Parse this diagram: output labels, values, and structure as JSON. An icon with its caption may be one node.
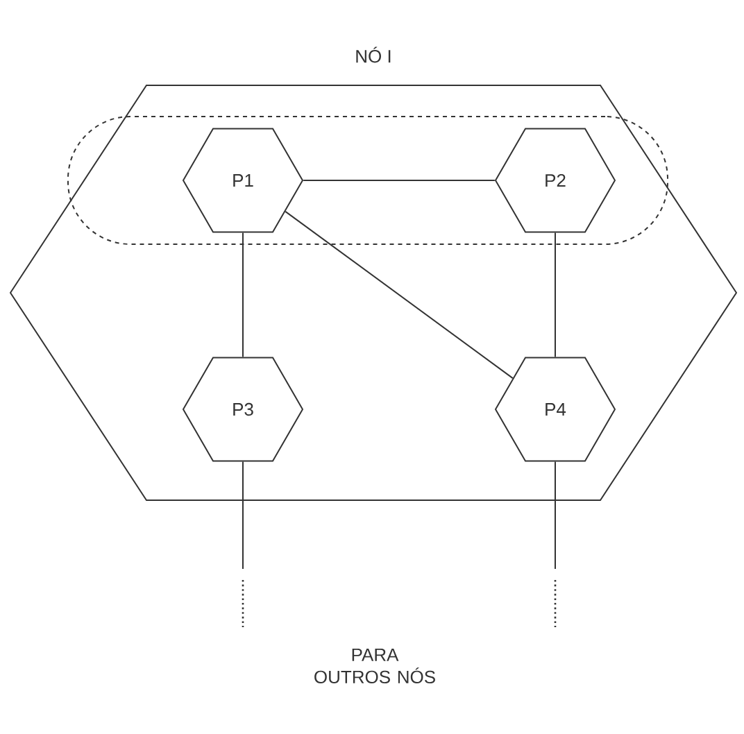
{
  "diagram": {
    "nodes": [
      {
        "text": [
          "NÓ I"
        ]
      },
      {
        "text": [],
        "shape": "box",
        "in": 0
      },
      {
        "text": [
          "P1"
        ],
        "in": 1
      },
      {
        "text": [
          "P2"
        ],
        "in": 1
      },
      {
        "text": [
          "P3"
        ],
        "in": 0
      },
      {
        "text": [
          "P4"
        ],
        "in": 0
      }
    ],
    "edges": [
      {
        "from": 2,
        "to": 3,
        "arrow": "none"
      },
      {
        "from": 2,
        "to": 4,
        "arrow": "none"
      },
      {
        "from": 2,
        "to": 5,
        "arrow": "none"
      },
      {
        "from": 3,
        "to": 5,
        "arrow": "none"
      },
      {
        "from": 4,
        "to": null,
        "arrow": "none"
      },
      {
        "from": 5,
        "to": null,
        "arrow": "none"
      }
    ],
    "labels": [
      "PARA OUTROS NÓS"
    ]
  }
}
